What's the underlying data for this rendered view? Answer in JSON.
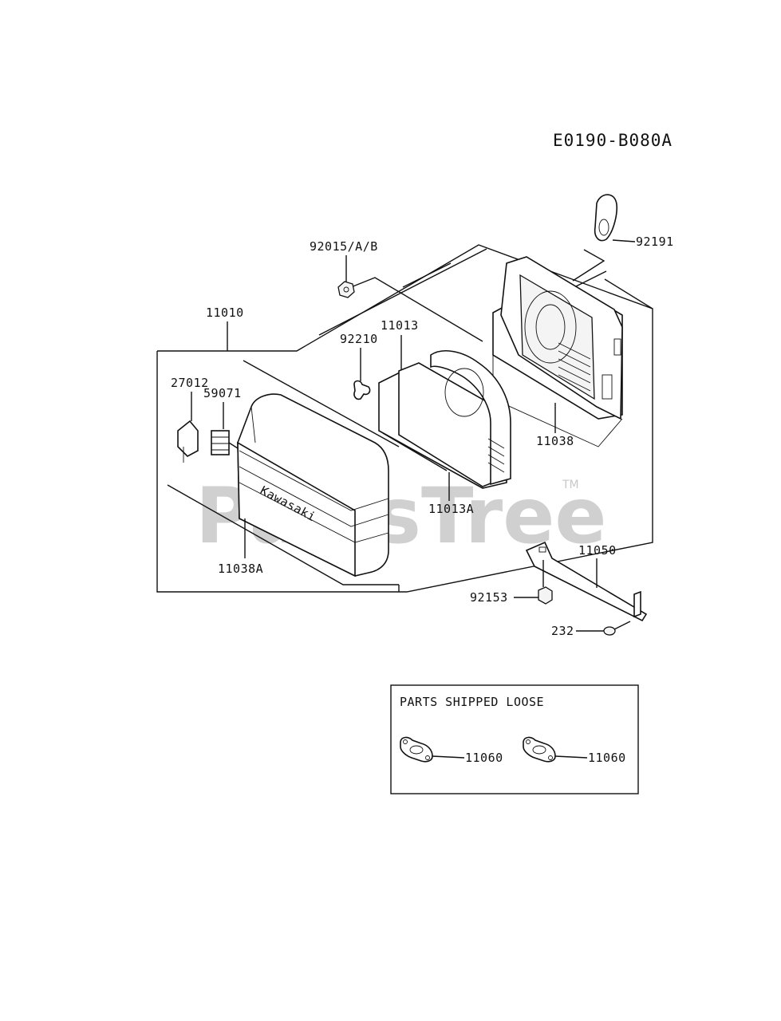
{
  "diagram_code": "E0190-B080A",
  "watermark": "PartsTree",
  "trademark": "TM",
  "brand_lettering": "Kawasaki",
  "callouts": {
    "p92015": "92015/A/B",
    "p92191": "92191",
    "p11010": "11010",
    "p11013": "11013",
    "p92210": "92210",
    "p27012": "27012",
    "p59071": "59071",
    "p11038": "11038",
    "p11013A": "11013A",
    "p11038A": "11038A",
    "p11050": "11050",
    "p92153": "92153",
    "p232": "232"
  },
  "loose_box": {
    "title": "PARTS SHIPPED LOOSE",
    "item1": "11060",
    "item2": "11060"
  }
}
